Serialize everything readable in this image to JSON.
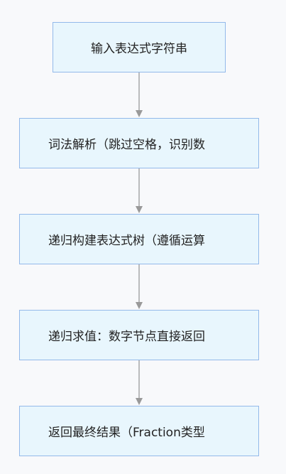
{
  "flowchart": {
    "steps": [
      {
        "label": "输入表达式字符串"
      },
      {
        "label": "词法解析（跳过空格，识别数"
      },
      {
        "label": "递归构建表达式树（遵循运算"
      },
      {
        "label": "递归求值：数字节点直接返回"
      },
      {
        "label": "返回最终结果（Fraction类型"
      }
    ]
  },
  "colors": {
    "node_fill": "#e8f6fd",
    "node_border": "#93b9ea",
    "edge": "#999999",
    "background": "#f8f9fb"
  }
}
